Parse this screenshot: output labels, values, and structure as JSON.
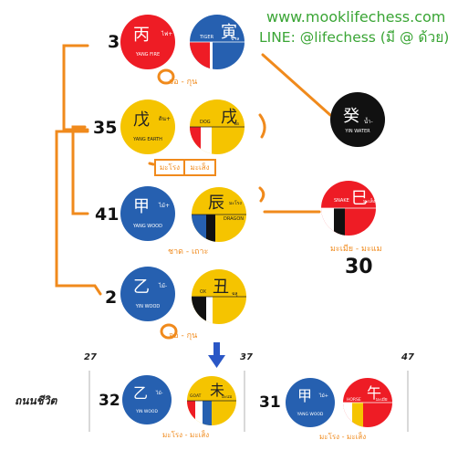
{
  "header": {
    "website": "www.mooklifechess.com",
    "line_id": "LINE: @lifechess (มี @ ด้วย)"
  },
  "colors": {
    "fire": "#ee1c25",
    "earth": "#f5c400",
    "wood": "#2660b0",
    "water": "#111111",
    "metal": "#ffffff",
    "line": "#f08a1c",
    "text_green": "#3aa535"
  },
  "pillars": [
    {
      "number": "3",
      "stem": {
        "char": "丙",
        "sub": "ไฟ+",
        "name": "YANG FIRE",
        "color": "fire"
      },
      "branch": {
        "char": "寅",
        "sub": "ขาล",
        "name": "TIGER",
        "segments": [
          "fire",
          "wood"
        ]
      },
      "note": "จอ - กุน"
    },
    {
      "number": "35",
      "stem": {
        "char": "戊",
        "sub": "ดิน+",
        "name": "YANG EARTH",
        "color": "earth"
      },
      "branch": {
        "char": "戌",
        "sub": "จอ",
        "name": "DOG",
        "segments": [
          "fire",
          "metal",
          "earth"
        ]
      },
      "note": ""
    },
    {
      "number": "41",
      "stem": {
        "char": "甲",
        "sub": "ไม้+",
        "name": "YANG WOOD",
        "color": "wood"
      },
      "branch": {
        "char": "辰",
        "sub": "มะโรง",
        "name": "DRAGON",
        "segments": [
          "wood",
          "earth",
          "water"
        ]
      },
      "note": "ชาด - เถาะ"
    },
    {
      "number": "2",
      "stem": {
        "char": "乙",
        "sub": "ไม้-",
        "name": "YIN WOOD",
        "color": "wood"
      },
      "branch": {
        "char": "丑",
        "sub": "ฉลู",
        "name": "OX",
        "segments": [
          "water",
          "earth",
          "metal"
        ]
      },
      "note": "จอ - กุน"
    }
  ],
  "boxes": [
    "มะโรง",
    "มะเส็ง"
  ],
  "side_circles": [
    {
      "char": "癸",
      "sub": "น้ำ-",
      "name": "YIN WATER"
    },
    {
      "char": "巳",
      "sub": "มะเส็ง",
      "name": "SNAKE",
      "note": "มะเมีย - มะแม",
      "number": "30"
    }
  ],
  "luck": {
    "row_label": "ถนนชีวิต",
    "ages": [
      "27",
      "37",
      "47"
    ],
    "pillars": [
      {
        "number": "32",
        "stem": {
          "char": "乙",
          "sub": "ไม้-",
          "name": "YIN WOOD"
        },
        "branch": {
          "char": "未",
          "sub": "มะแม",
          "name": "GOAT"
        },
        "note": "มะโรง - มะเส็ง"
      },
      {
        "number": "31",
        "stem": {
          "char": "甲",
          "sub": "ไม้+",
          "name": "YANG WOOD"
        },
        "branch": {
          "char": "午",
          "sub": "มะเมีย",
          "name": "HORSE"
        },
        "note": "มะโรง - มะเส็ง"
      }
    ]
  }
}
